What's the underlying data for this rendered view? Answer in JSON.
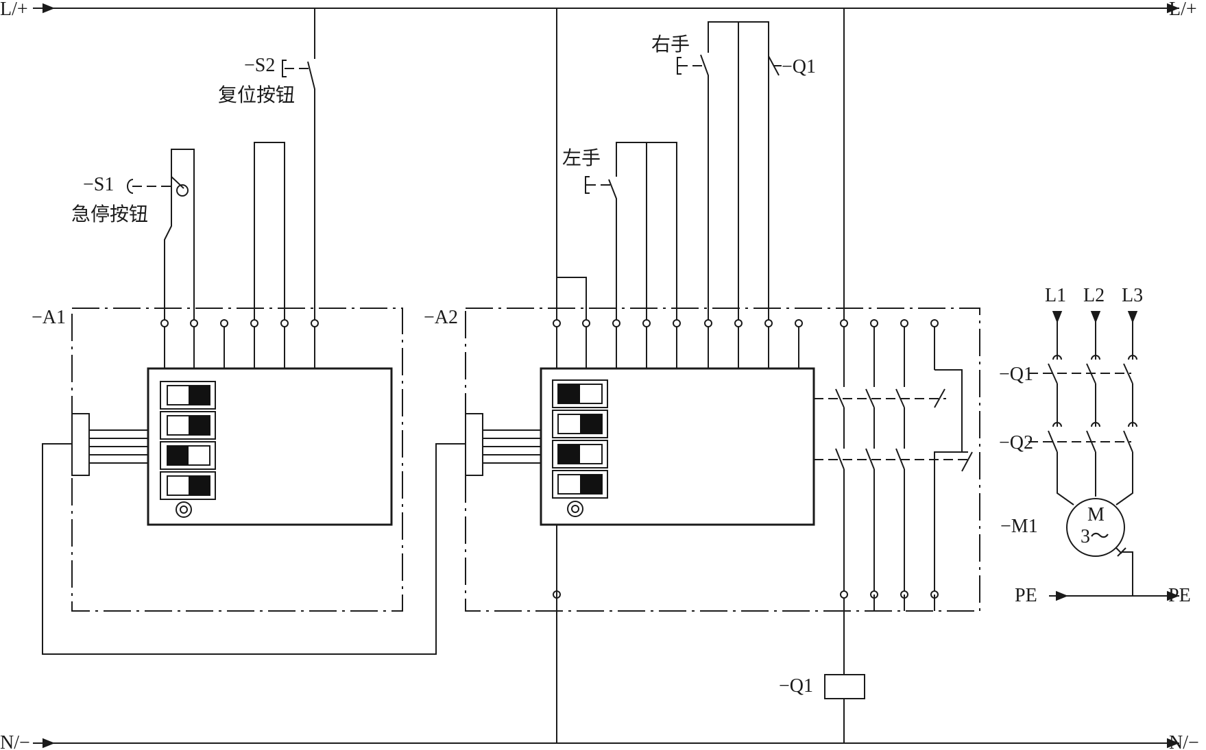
{
  "rails": {
    "supply_left": "L/+",
    "supply_right": "L/+",
    "return_left": "N/−",
    "return_right": "N/−"
  },
  "module_a1": {
    "tag": "−A1",
    "switches": [
      "−S1",
      "−S2"
    ],
    "switch_captions": [
      "急停按钮",
      "复位按钮"
    ],
    "dip_states": [
      "off",
      "off",
      "on",
      "off"
    ]
  },
  "module_a2": {
    "tag": "−A2",
    "hand_left": "左手",
    "hand_right": "右手",
    "feedback_contact": "−Q1",
    "dip_states": [
      "on",
      "off",
      "on",
      "off"
    ]
  },
  "contactor_coil": "−Q1",
  "motor_circuit": {
    "phases": [
      "L1",
      "L2",
      "L3"
    ],
    "contactors": [
      "−Q1",
      "−Q2"
    ],
    "motor_tag": "−M1",
    "motor_symbol_line1": "M",
    "motor_symbol_line2": "3～",
    "pe_left": "PE",
    "pe_right": "PE"
  },
  "colors": {
    "line": "#1a1a1a",
    "background": "#ffffff"
  }
}
